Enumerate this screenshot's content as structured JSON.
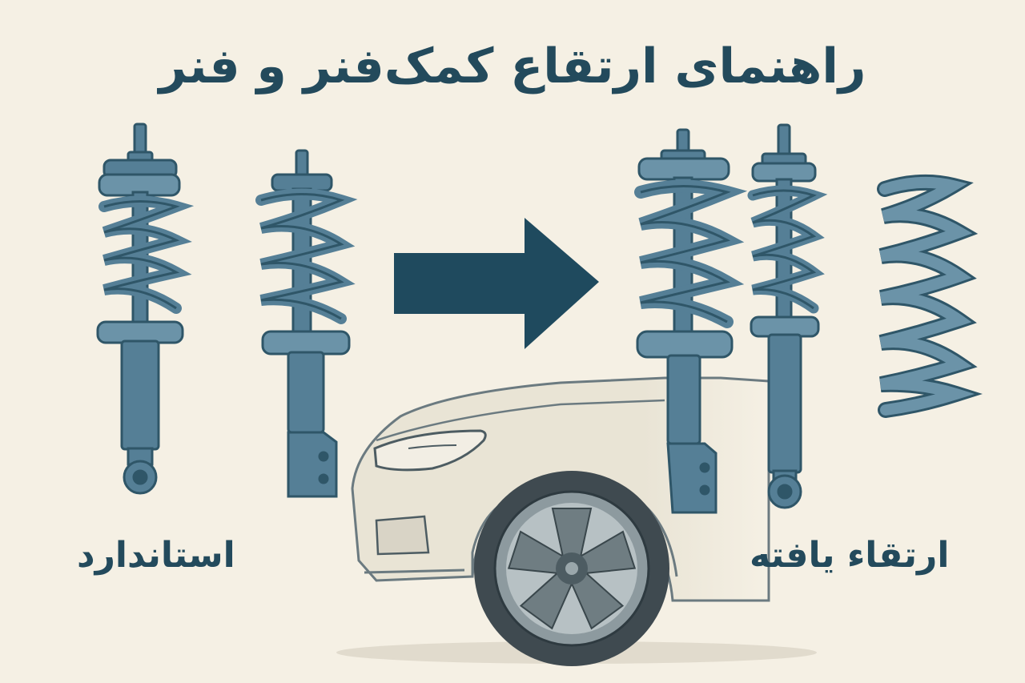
{
  "title": "راهنمای ارتقاع کمک‌فنر  و فنر",
  "labels": {
    "standard": "استاندارد",
    "upgraded": "ارتقاء یافته"
  },
  "colors": {
    "background": "#f5f0e4",
    "ink": "#234a5c",
    "part_fill": "#557f96",
    "part_dark": "#2f5668",
    "arrow": "#1f4a5e",
    "car_body": "#e9e4d5",
    "tire": "#3f4a50"
  },
  "icons": [
    "shock-absorber-icon",
    "spring-icon",
    "arrow-right-icon",
    "car-front-icon"
  ]
}
